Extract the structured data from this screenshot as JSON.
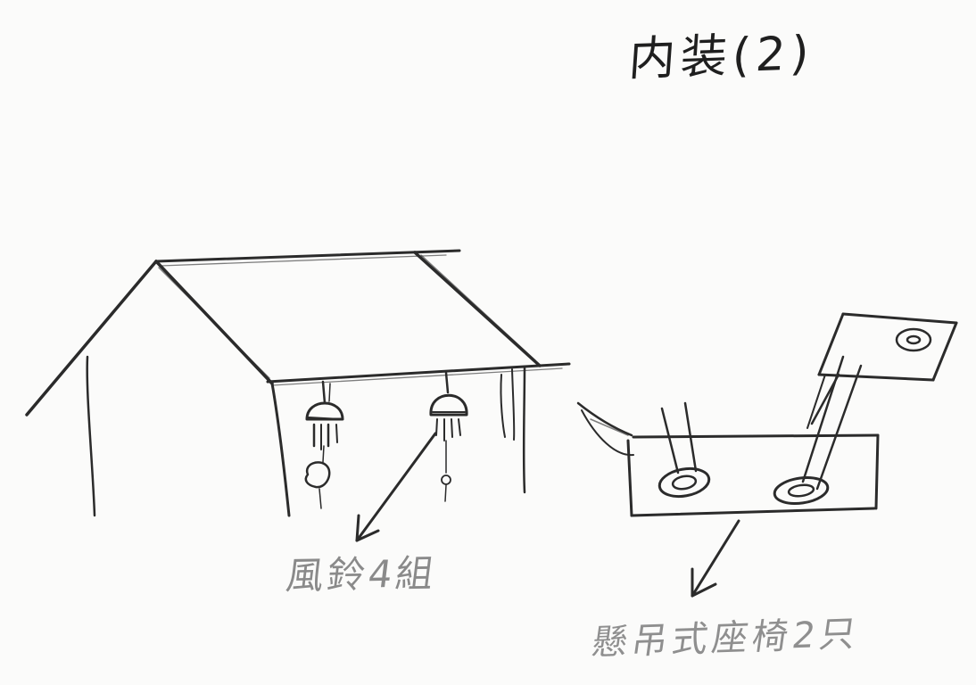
{
  "title": "内装(2)",
  "labels": {
    "wind_chimes": "風鈴4組",
    "hanging_seat": "懸吊式座椅2只"
  }
}
